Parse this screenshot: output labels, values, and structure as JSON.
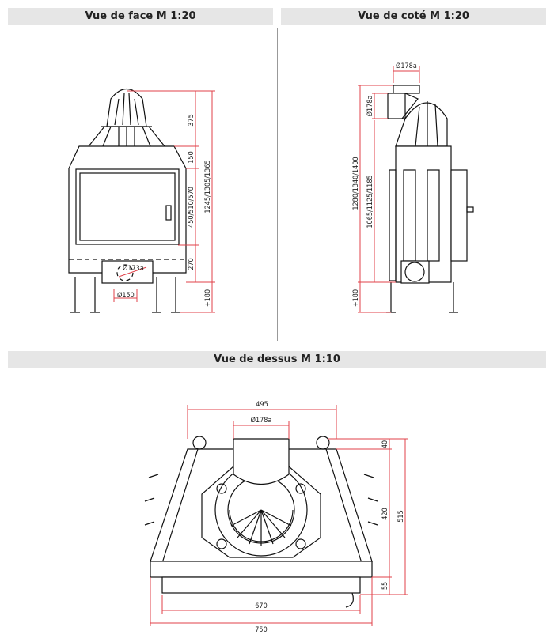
{
  "headers": {
    "front": "Vue de face M 1:20",
    "side": "Vue de coté M 1:20",
    "top": "Vue de dessus M 1:10"
  },
  "front_dims": {
    "dome": "375",
    "hood": "150",
    "door": "450/510/570",
    "base": "270",
    "total": "1245/1305/1365",
    "legs": "+180",
    "flue_diam": "Ø173a",
    "outlet_diam": "Ø150"
  },
  "side_dims": {
    "total": "1280/1340/1400",
    "body": "1065/1125/1185",
    "flue_top": "Ø178a",
    "flue_side": "Ø178a",
    "legs": "+180"
  },
  "top_dims": {
    "width_top": "495",
    "flue": "Ø178a",
    "width_inner": "670",
    "width_total": "750",
    "d1": "40",
    "d2": "420",
    "d3": "55",
    "depth": "515"
  },
  "colors": {
    "dimension": "#e0424a",
    "header_bg": "#e6e6e6"
  }
}
